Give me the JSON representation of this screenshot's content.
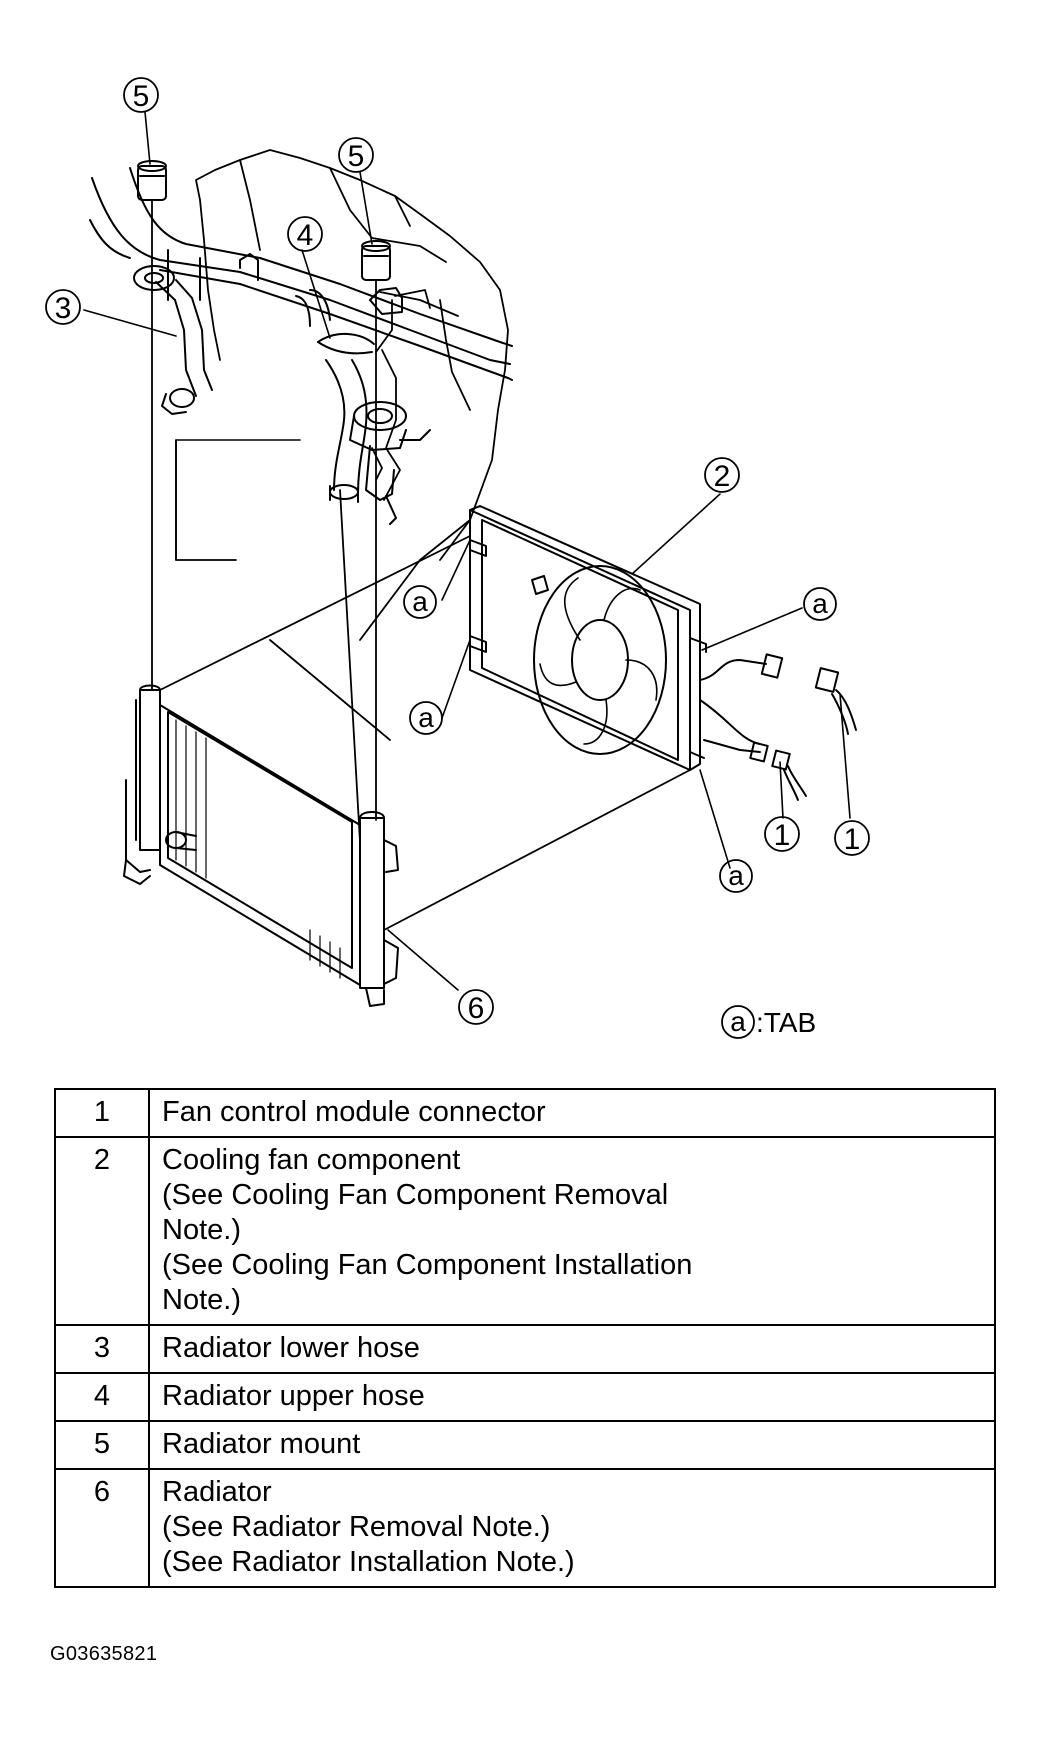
{
  "diagram": {
    "callouts": [
      "1",
      "1",
      "2",
      "3",
      "4",
      "5",
      "5",
      "6"
    ],
    "tab_marker": "a",
    "tab_legend_text": ":TAB"
  },
  "legend": [
    {
      "number": "1",
      "text": "Fan control module connector",
      "notes": []
    },
    {
      "number": "2",
      "text": "Cooling fan component",
      "notes": [
        "(See Cooling Fan Component Removal",
        "Note.)",
        "(See Cooling Fan Component Installation",
        "Note.)"
      ]
    },
    {
      "number": "3",
      "text": "Radiator lower hose",
      "notes": []
    },
    {
      "number": "4",
      "text": "Radiator upper hose",
      "notes": []
    },
    {
      "number": "5",
      "text": "Radiator mount",
      "notes": []
    },
    {
      "number": "6",
      "text": "Radiator",
      "notes": [
        "(See Radiator Removal Note.)",
        "(See Radiator Installation Note.)"
      ]
    }
  ],
  "figure_id": "G03635821"
}
